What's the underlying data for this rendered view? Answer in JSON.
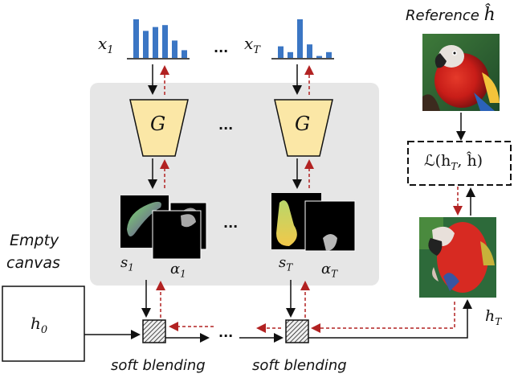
{
  "input_left": "x",
  "input_left_sub": "1",
  "input_right": "x",
  "input_right_sub": "T",
  "generator_label": "G",
  "stroke_left": "s",
  "stroke_left_sub": "1",
  "alpha_left": "α",
  "alpha_left_sub": "1",
  "stroke_right": "s",
  "stroke_right_sub": "T",
  "alpha_right": "α",
  "alpha_right_sub": "T",
  "reference_label": "Reference",
  "reference_symbol": "ĥ",
  "loss_label": "ℒ(h",
  "loss_sub": "T",
  "loss_rest": ", ĥ)",
  "canvas_title_1": "Empty",
  "canvas_title_2": "canvas",
  "canvas_symbol": "h",
  "canvas_sub": "0",
  "output_symbol": "h",
  "output_sub": "T",
  "blend_left": "soft blending",
  "blend_right": "soft blending",
  "ellipsis": "...",
  "colors": {
    "bar_blue": "#3b76c4",
    "generator_fill": "#fbe7a6",
    "panel_gray": "#e6e6e6",
    "red_dashed": "#b22222",
    "black": "#111111"
  },
  "histogram_left": [
    1.0,
    0.7,
    0.8,
    0.85,
    0.45,
    0.2
  ],
  "histogram_right": [
    0.3,
    0.15,
    1.0,
    0.35,
    0.05,
    0.15
  ]
}
